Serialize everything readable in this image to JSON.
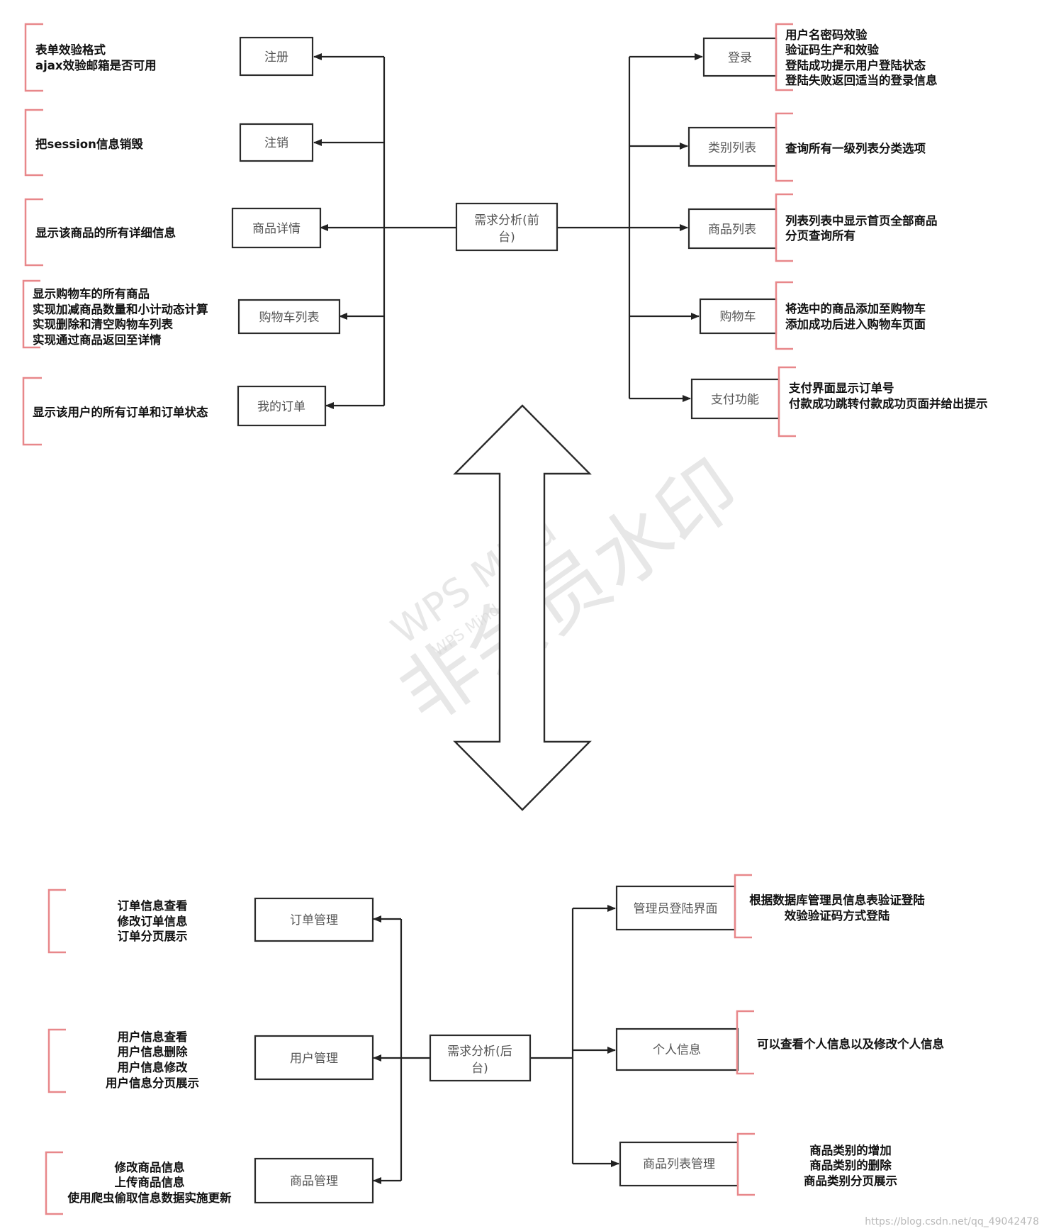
{
  "front": {
    "center": [
      "需求分析(前",
      "台)"
    ],
    "left_nodes": [
      "注册",
      "注销",
      "商品详情",
      "购物车列表",
      "我的订单"
    ],
    "right_nodes": [
      "登录",
      "类别列表",
      "商品列表",
      "购物车",
      "支付功能"
    ],
    "left_notes": [
      [
        "表单效验格式",
        "ajax效验邮箱是否可用"
      ],
      [
        "把session信息销毁"
      ],
      [
        "显示该商品的所有详细信息"
      ],
      [
        "显示购物车的所有商品",
        "实现加减商品数量和小计动态计算",
        "实现删除和清空购物车列表",
        "实现通过商品返回至详情"
      ],
      [
        "显示该用户的所有订单和订单状态"
      ]
    ],
    "right_notes": [
      [
        "用户名密码效验",
        "验证码生产和效验",
        "登陆成功提示用户登陆状态",
        "登陆失败返回适当的登录信息"
      ],
      [
        "查询所有一级列表分类选项"
      ],
      [
        "列表列表中显示首页全部商品",
        "分页查询所有"
      ],
      [
        "将选中的商品添加至购物车",
        "添加成功后进入购物车页面"
      ],
      [
        "支付界面显示订单号",
        "付款成功跳转付款成功页面并给出提示"
      ]
    ]
  },
  "back": {
    "center": [
      "需求分析(后",
      "台)"
    ],
    "left_nodes": [
      "订单管理",
      "用户管理",
      "商品管理"
    ],
    "right_nodes": [
      "管理员登陆界面",
      "个人信息",
      "商品列表管理"
    ],
    "left_notes": [
      [
        "订单信息查看",
        "修改订单信息",
        "订单分页展示"
      ],
      [
        "用户信息查看",
        "用户信息删除",
        "用户信息修改",
        "用户信息分页展示"
      ],
      [
        "修改商品信息",
        "上传商品信息",
        "使用爬虫偷取信息数据实施更新"
      ]
    ],
    "right_notes": [
      [
        "根据数据库管理员信息表验证登陆",
        "效验验证码方式登陆"
      ],
      [
        "可以查看个人信息以及修改个人信息"
      ],
      [
        "商品类别的增加",
        "商品类别的删除",
        "商品类别分页展示"
      ]
    ]
  },
  "watermark": {
    "line1": "WPS Mind",
    "line2": "非会员水印",
    "line3": "WPS Mind"
  },
  "footer_text": "https://blog.csdn.net/qq_49042478",
  "colors": {
    "bracket": "#e8878a",
    "stroke": "#222222",
    "watermark": "#d8d8d8"
  }
}
